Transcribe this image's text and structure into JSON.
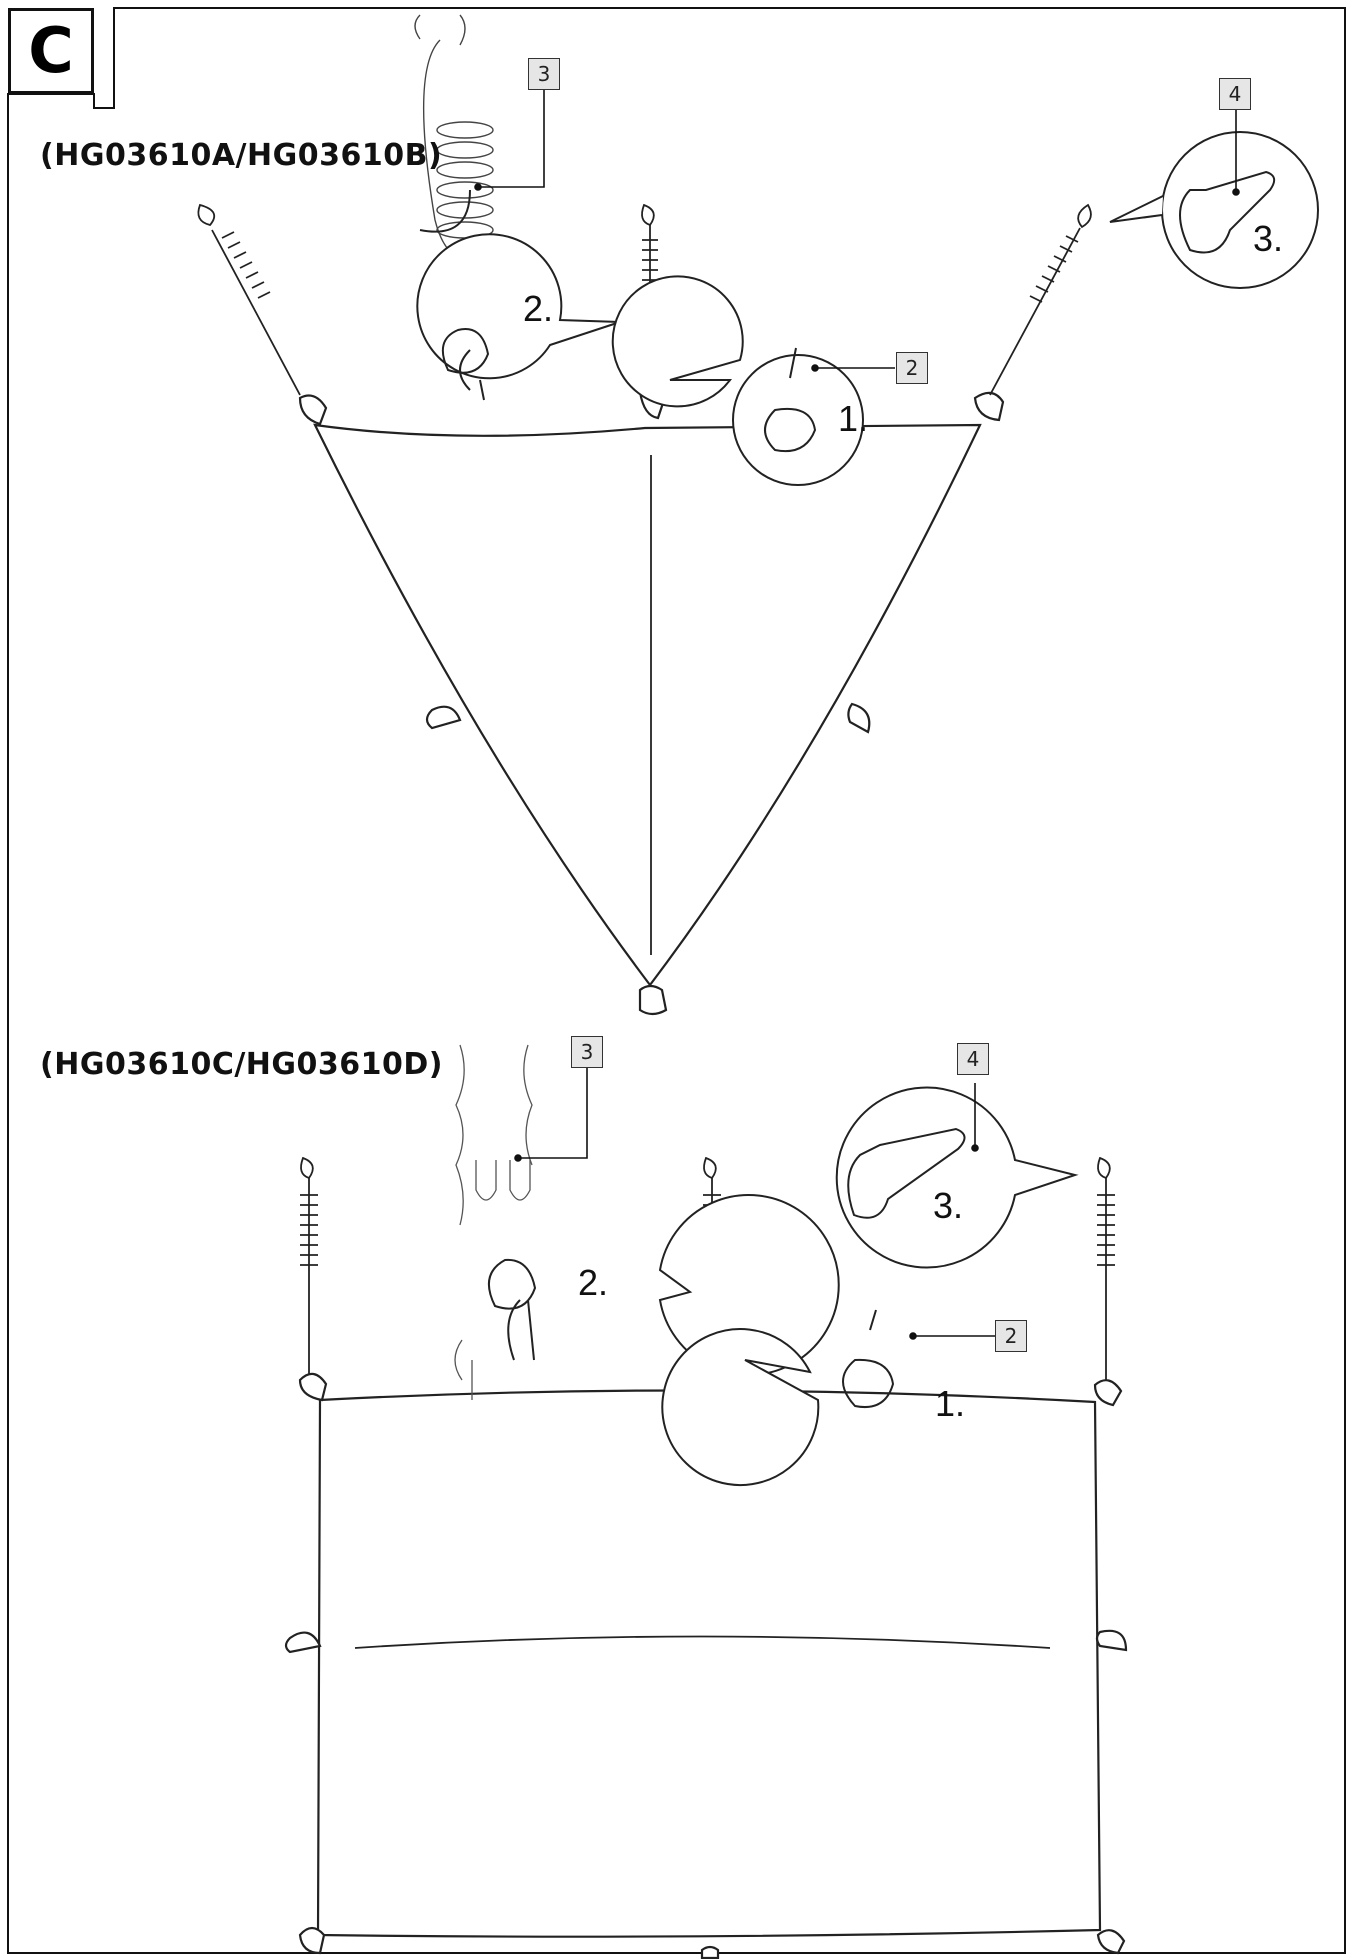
{
  "section_letter": "C",
  "model_top": "(HG03610A/HG03610B)",
  "model_bottom": "(HG03610C/HG03610D)",
  "callouts": {
    "top_rope": "3",
    "top_knot": "2",
    "top_hook": "4",
    "bottom_rope": "3",
    "bottom_knot": "2",
    "bottom_hook": "4"
  },
  "steps": {
    "top_knot_step": "1.",
    "top_rope_step": "2.",
    "top_hook_step": "3.",
    "bottom_knot_step": "1.",
    "bottom_rope_step": "2.",
    "bottom_hook_step": "3."
  }
}
